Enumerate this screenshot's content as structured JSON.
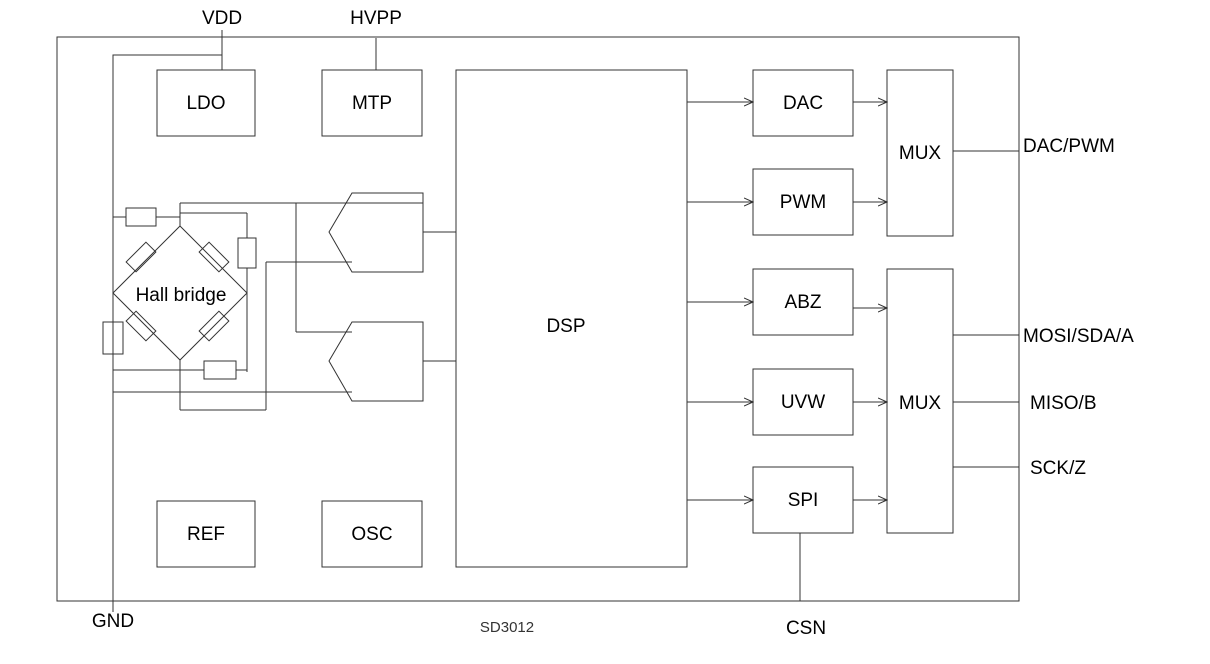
{
  "pins": {
    "vdd": "VDD",
    "hvpp": "HVPP",
    "gnd": "GND",
    "csn": "CSN",
    "dac_pwm": "DAC/PWM",
    "mosi": "MOSI/SDA/A",
    "miso": "MISO/B",
    "sck": "SCK/Z"
  },
  "blocks": {
    "ldo": "LDO",
    "mtp": "MTP",
    "dsp": "DSP",
    "dac": "DAC",
    "pwm": "PWM",
    "abz": "ABZ",
    "uvw": "UVW",
    "spi": "SPI",
    "mux_top": "MUX",
    "mux_bottom": "MUX",
    "ref": "REF",
    "osc": "OSC",
    "hall": "Hall bridge"
  },
  "chip_name": "SD3012"
}
